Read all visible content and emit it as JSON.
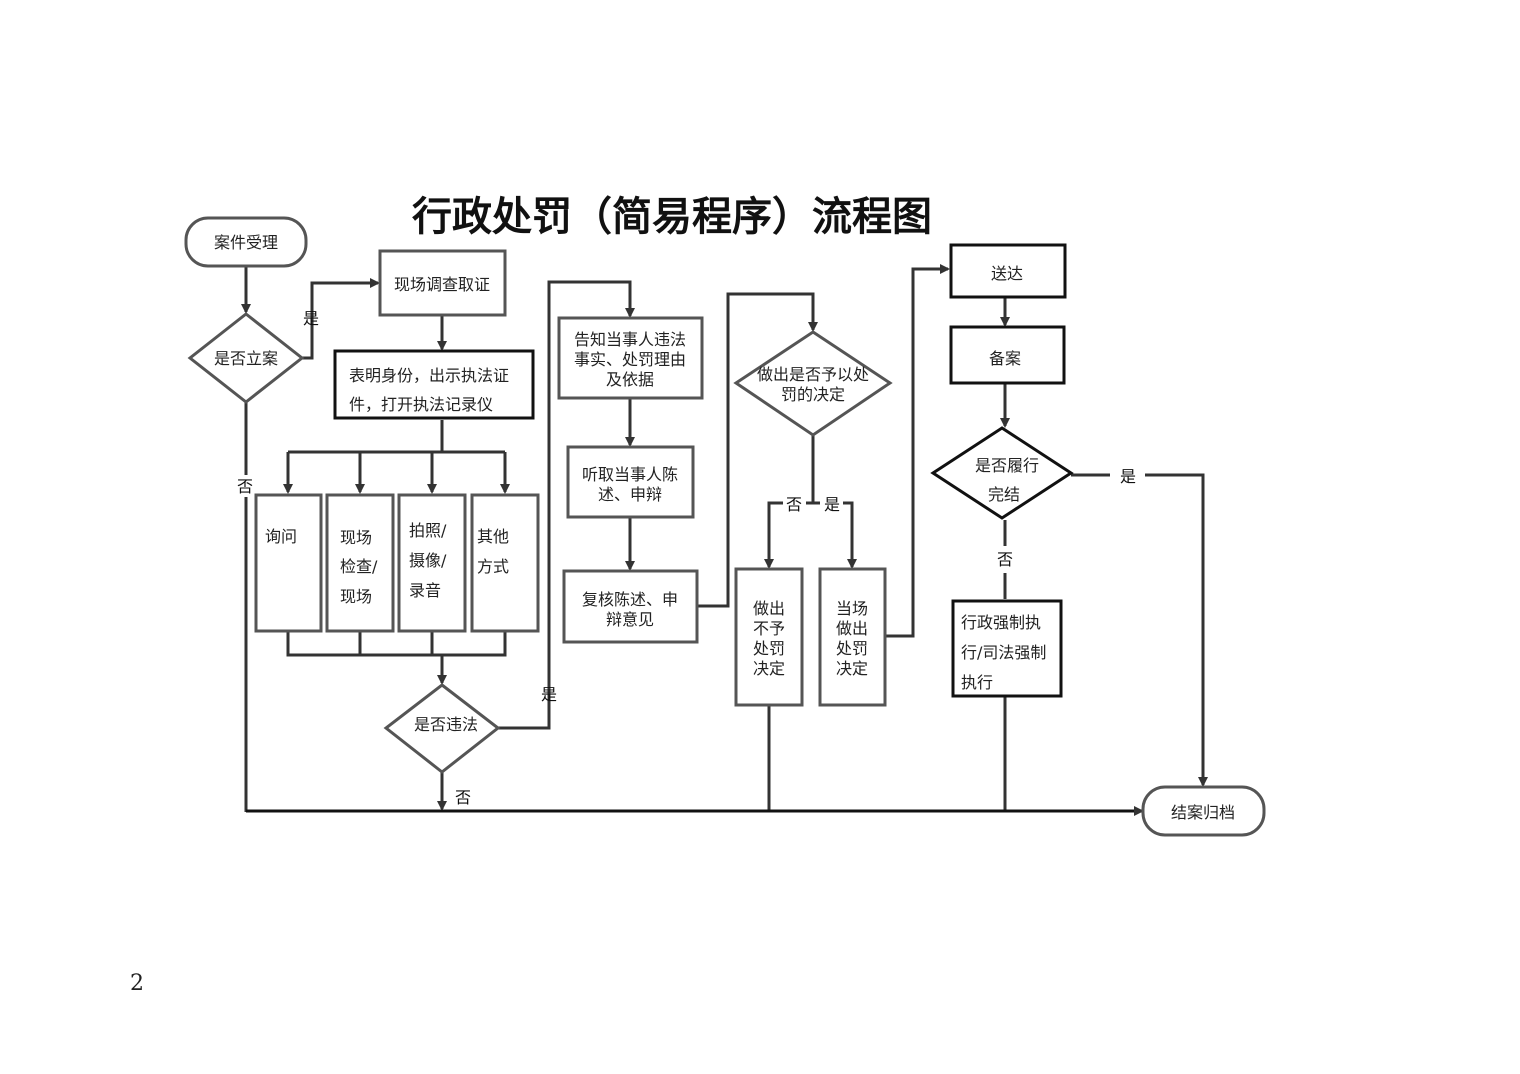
{
  "title": "行政处罚（简易程序）流程图",
  "page_number": "2",
  "nodes": {
    "case_accept": "案件受理",
    "file_decision": "是否立案",
    "onsite_investigation": "现场调查取证",
    "show_identity": [
      "表明身份，出示执法证",
      "件，打开执法记录仪"
    ],
    "inquiry": "询问",
    "onsite_inspection": [
      "现场",
      "检查/",
      "现场"
    ],
    "photo_video": [
      "拍照/",
      "摄像/",
      "录音"
    ],
    "other_methods": [
      "其他",
      "方式"
    ],
    "violation_decision": "是否违法",
    "inform_party": [
      "告知当事人违法",
      "事实、处罚理由",
      "及依据"
    ],
    "hear_statement": [
      "听取当事人陈",
      "述、申辩"
    ],
    "review_statement": [
      "复核陈述、申",
      "辩意见"
    ],
    "penalty_decision": [
      "做出是否予以处",
      "罚的决定"
    ],
    "no_penalty": [
      "做出",
      "不予",
      "处罚",
      "决定"
    ],
    "onsite_penalty": [
      "当场",
      "做出",
      "处罚",
      "决定"
    ],
    "deliver": "送达",
    "record_filing": "备案",
    "fulfilled_decision": [
      "是否履行",
      "完结"
    ],
    "enforcement": [
      "行政强制执",
      "行/司法强制",
      "执行"
    ],
    "close_archive": "结案归档"
  },
  "edge_labels": {
    "file_yes": "是",
    "file_no": "否",
    "violation_yes": "是",
    "violation_no": "否",
    "penalty_no": "否",
    "penalty_yes": "是",
    "fulfilled_yes": "是",
    "fulfilled_no": "否"
  },
  "colors": {
    "stroke": "#555555",
    "stroke_dark": "#111111",
    "text": "#222222",
    "background": "#ffffff"
  }
}
